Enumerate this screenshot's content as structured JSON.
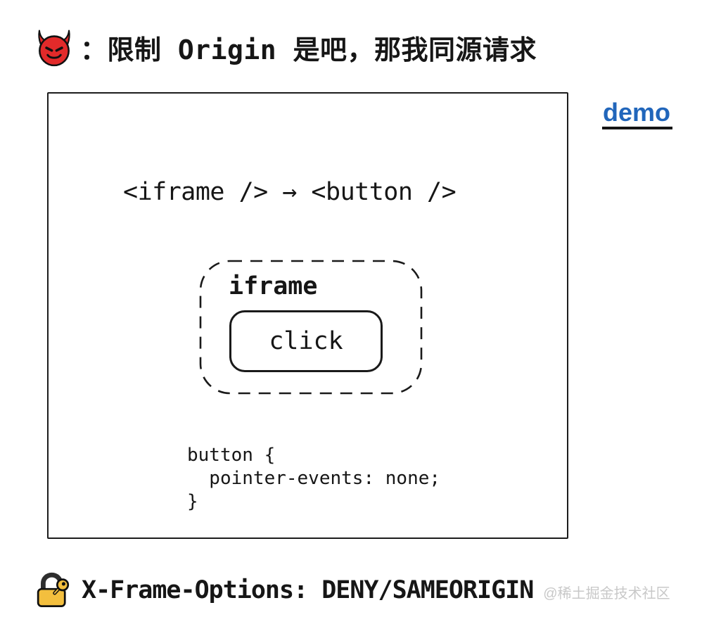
{
  "header": {
    "emoji": "devil-face",
    "text": "：限制 Origin 是吧，那我同源请求"
  },
  "demo_link": {
    "label": "demo"
  },
  "board": {
    "tag_flow": "<iframe /> → <button />",
    "iframe_box": {
      "label": "iframe",
      "button_label": "click"
    },
    "code_lines": [
      "button {",
      "  pointer-events: none;",
      "}"
    ]
  },
  "footer": {
    "emoji": "lock-with-key",
    "text": "X-Frame-Options: DENY/SAMEORIGIN",
    "watermark": "@稀土掘金技术社区"
  },
  "colors": {
    "ink": "#1a1a1a",
    "link_blue": "#2166bb",
    "watermark_gray": "#c8c8c8",
    "lock_gold": "#f3bf3e",
    "devil_red": "#e22a2a"
  }
}
